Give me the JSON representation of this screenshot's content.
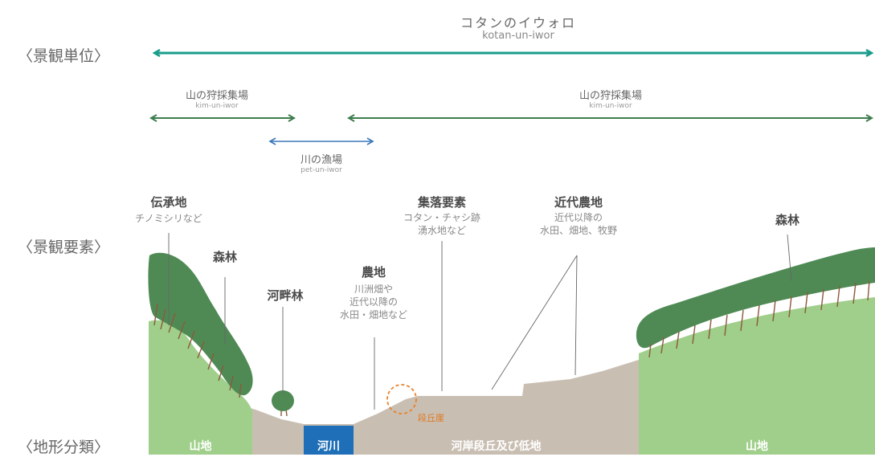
{
  "row_labels": {
    "units": "〈景観単位〉",
    "elements": "〈景観要素〉",
    "landform": "〈地形分類〉"
  },
  "units": {
    "kotan": {
      "jp": "コタンのイウォロ",
      "romaji": "kotan-un-iwor"
    },
    "mountain_left": {
      "jp": "山の狩採集場",
      "romaji": "kim-un-iwor"
    },
    "mountain_right": {
      "jp": "山の狩採集場",
      "romaji": "kim-un-iwor"
    },
    "river_fishing": {
      "jp": "川の漁場",
      "romaji": "pet-un-iwor"
    }
  },
  "elements": {
    "legend_site": {
      "title": "伝承地",
      "desc": "チノミシリなど"
    },
    "forest_left": {
      "title": "森林"
    },
    "riverside_forest": {
      "title": "河畔林"
    },
    "farmland": {
      "title": "農地",
      "desc": [
        "川洲畑や",
        "近代以降の",
        "水田・畑地など"
      ]
    },
    "settlement": {
      "title": "集落要素",
      "desc": [
        "コタン・チャシ跡",
        "湧水地など"
      ]
    },
    "modern_farmland": {
      "title": "近代農地",
      "desc": [
        "近代以降の",
        "水田、畑地、牧野"
      ]
    },
    "forest_right": {
      "title": "森林"
    },
    "terrace_cliff": "段丘崖"
  },
  "landform": {
    "mountain_left": "山地",
    "river": "河川",
    "terrace_lowland": "河岸段丘及び低地",
    "mountain_right": "山地"
  },
  "colors": {
    "unit_teal": "#1a9c8c",
    "unit_green": "#3f7d4e",
    "unit_blue": "#3a78b8",
    "mountain_green": "#9fcf8a",
    "forest_dark": "#4f8a55",
    "terrain_tan": "#c9beb2",
    "river_blue": "#1f6fb8",
    "terrace_orange": "#e8822a"
  }
}
